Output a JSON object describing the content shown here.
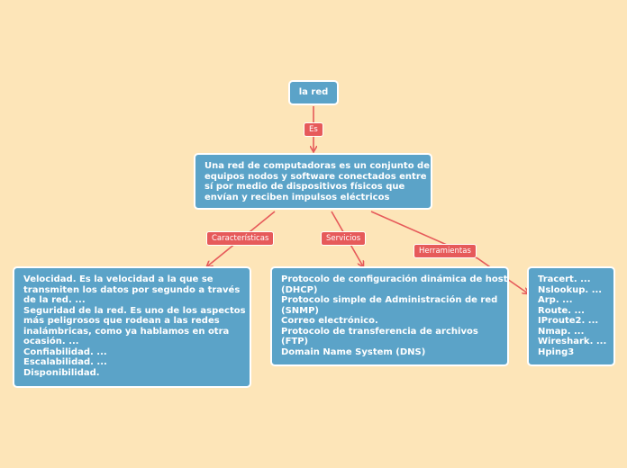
{
  "colors": {
    "background": "#fde5b8",
    "node_fill": "#5ba3c8",
    "connector": "#e65a5a"
  },
  "root": {
    "label": "la red"
  },
  "links": {
    "es": "Es",
    "caracteristicas": "Características",
    "servicios": "Servicios",
    "herramientas": "Herramientas"
  },
  "main": {
    "lines": [
      "Una red de computadoras es un conjunto de",
      "equipos nodos y software conectados entre",
      "sí por medio de dispositivos físicos que",
      "envían y reciben impulsos eléctricos"
    ]
  },
  "caracteristicas": {
    "lines": [
      "Velocidad. Es la velocidad a la que se",
      "transmiten los datos por segundo a través",
      "de la red. ...",
      "Seguridad de la red. Es uno de los aspectos",
      "más peligrosos que rodean a las redes",
      "inalámbricas, como ya hablamos en otra",
      "ocasión. ...",
      "Confiabilidad. ...",
      "Escalabilidad. ...",
      "Disponibilidad."
    ]
  },
  "servicios": {
    "lines": [
      "Protocolo de configuración dinámica de host",
      "(DHCP)",
      "Protocolo simple de Administración de red",
      "(SNMP)",
      "Correo electrónico.",
      "Protocolo de transferencia de archivos",
      "(FTP)",
      "Domain Name System (DNS)"
    ]
  },
  "herramientas": {
    "lines": [
      "Tracert. ...",
      "Nslookup. ...",
      "Arp. ...",
      "Route. ...",
      "IProute2. ...",
      "Nmap. ...",
      "Wireshark. ...",
      "Hping3"
    ]
  }
}
